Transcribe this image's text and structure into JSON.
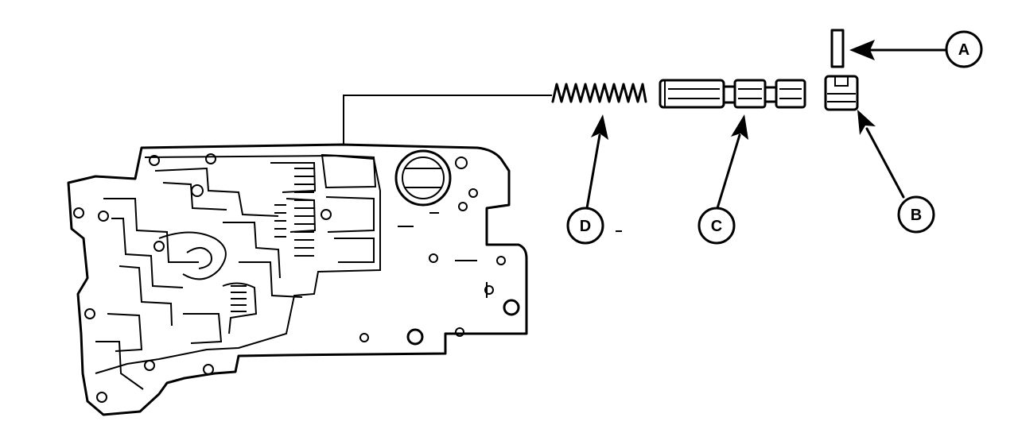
{
  "callouts": [
    {
      "id": "A",
      "label": "A"
    },
    {
      "id": "B",
      "label": "B"
    },
    {
      "id": "C",
      "label": "C"
    },
    {
      "id": "D",
      "label": "D"
    }
  ],
  "parts": [
    {
      "callout": "A",
      "name": "retainer"
    },
    {
      "callout": "B",
      "name": "plug"
    },
    {
      "callout": "C",
      "name": "valve"
    },
    {
      "callout": "D",
      "name": "spring"
    }
  ]
}
